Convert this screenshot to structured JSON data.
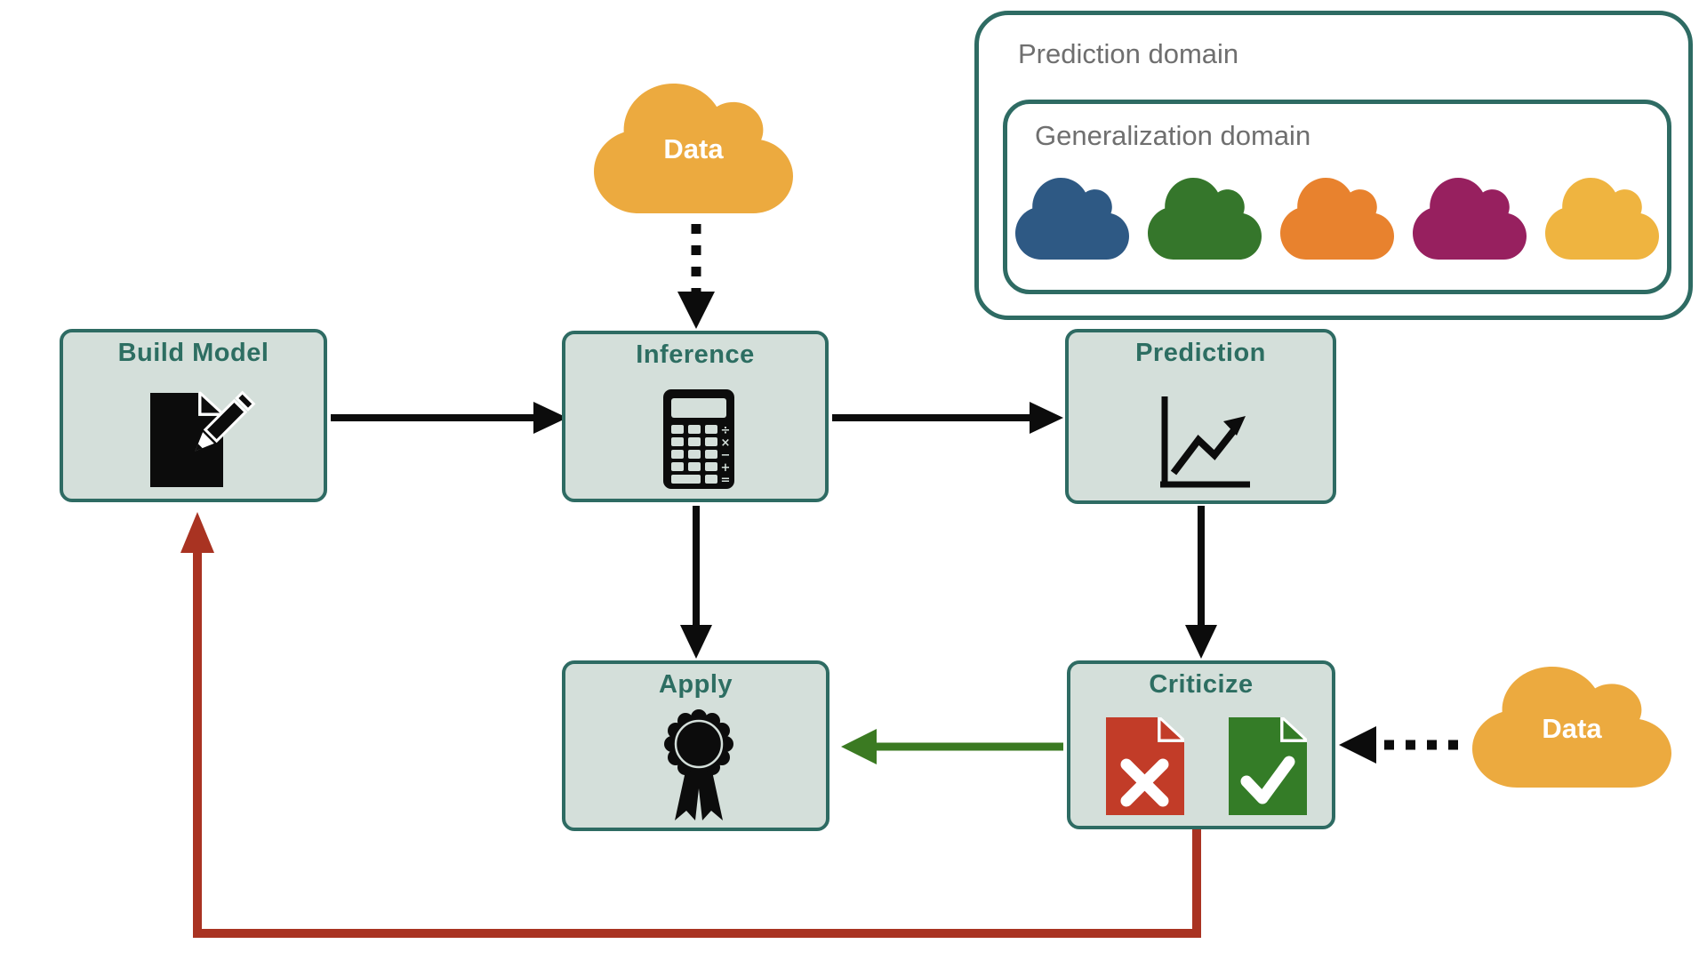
{
  "palette": {
    "background": "#ffffff",
    "node_fill": "#d4dfda",
    "node_border": "#2e6b63",
    "node_title": "#2d6e62",
    "domain_label_gray": "#6f6f6f",
    "arrow_black": "#0c0c0c",
    "arrow_red": "#a93322",
    "arrow_green": "#3b7a22",
    "data_cloud_orange": "#ecaa3f",
    "cloud_text_white": "#ffffff",
    "doc_red": "#c23c28",
    "doc_green": "#347c27"
  },
  "nodes": {
    "build_model": {
      "label": "Build Model"
    },
    "inference": {
      "label": "Inference"
    },
    "prediction": {
      "label": "Prediction"
    },
    "apply": {
      "label": "Apply"
    },
    "criticize": {
      "label": "Criticize"
    }
  },
  "domains": {
    "outer_label": "Prediction domain",
    "inner_label": "Generalization domain",
    "clouds": [
      {
        "name": "cloud-blue",
        "color": "#2e5984"
      },
      {
        "name": "cloud-green",
        "color": "#35762b"
      },
      {
        "name": "cloud-orange",
        "color": "#e8822e"
      },
      {
        "name": "cloud-magenta",
        "color": "#97205f"
      },
      {
        "name": "cloud-yellow",
        "color": "#efb440"
      }
    ]
  },
  "data_clouds": {
    "top": {
      "label": "Data"
    },
    "right": {
      "label": "Data"
    }
  },
  "icons": {
    "calculator_ops": [
      "÷",
      "×",
      "−",
      "+",
      "="
    ]
  }
}
